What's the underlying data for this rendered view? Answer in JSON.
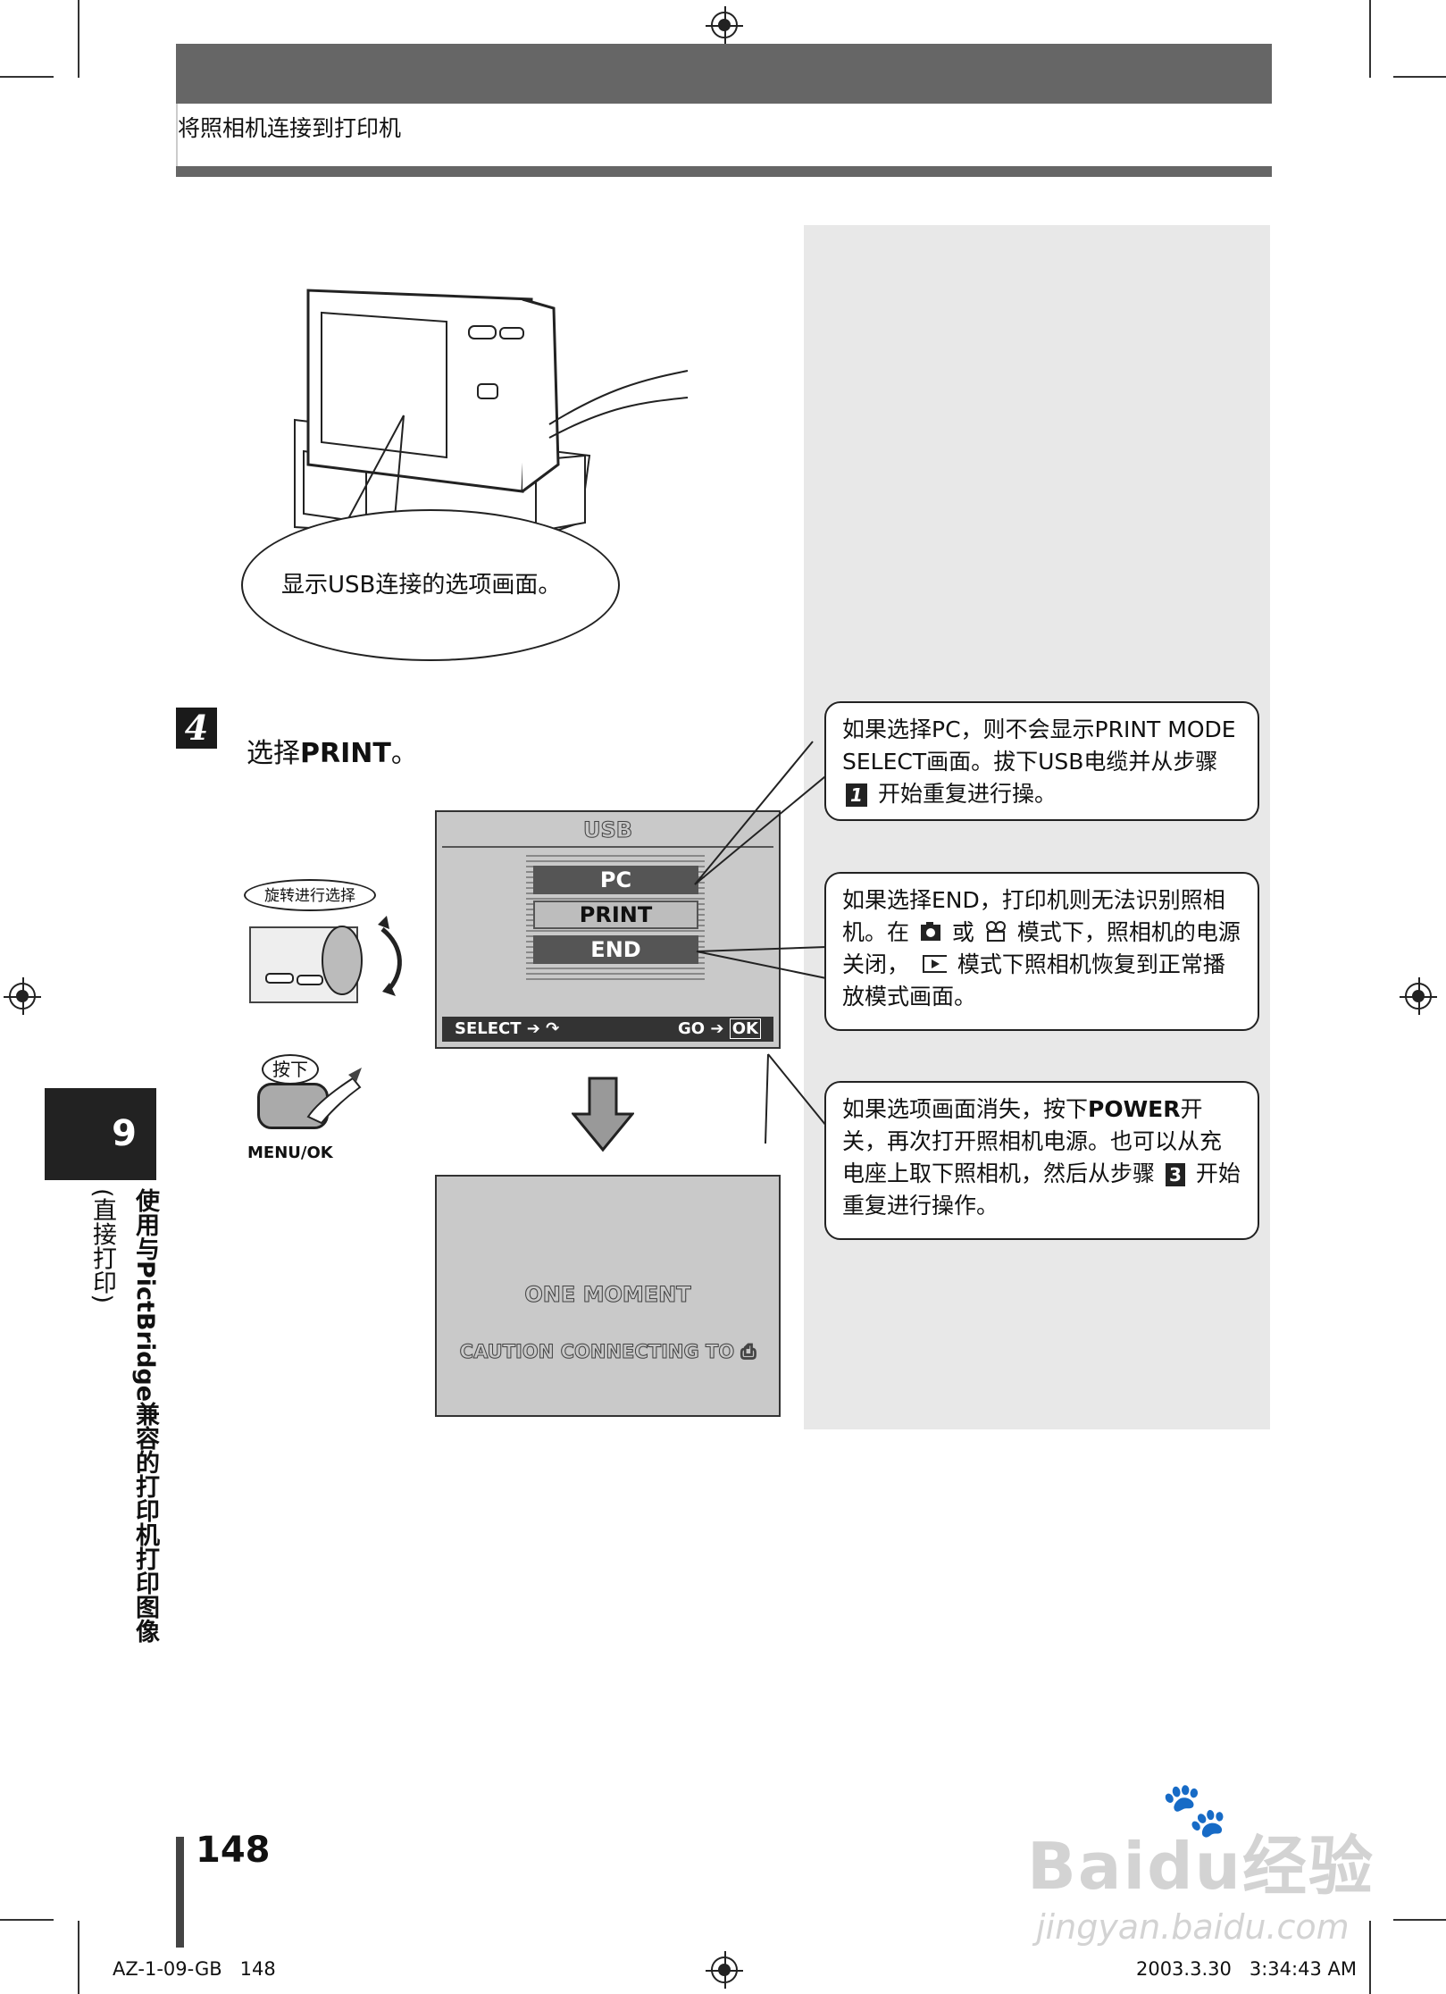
{
  "header": {
    "title": "将照相机连接到打印机"
  },
  "illustration": {
    "bubble": "显示USB连接的选项画面。"
  },
  "step": {
    "number": "4",
    "text_prefix": "选择",
    "text_bold": "PRINT",
    "text_suffix": "。"
  },
  "controls": {
    "rotate_label": "旋转进行选择",
    "press_label": "按下",
    "button_label": "MENU/OK"
  },
  "screen_usb": {
    "title": "USB",
    "options": [
      "PC",
      "PRINT",
      "END"
    ],
    "selected": "PRINT",
    "bar_left": "SELECT",
    "bar_right": "GO",
    "ok": "OK"
  },
  "screen_wait": {
    "line1": "ONE MOMENT",
    "line2": "CAUTION CONNECTING TO"
  },
  "notes": {
    "pc": {
      "a": "如果选择PC，则不会显示PRINT MODE SELECT画面。拔下USB电缆并从步骤",
      "step": "1",
      "b": "开始重复进行操。"
    },
    "end": {
      "a": "如果选择END，打印机则无法识别照相机。在",
      "b": "或",
      "c": "模式下，照相机的电源关闭，",
      "d": "模式下照相机恢复到正常播放模式画面。"
    },
    "vanish": {
      "a": "如果选项画面消失，按下",
      "bold": "POWER",
      "b": "开关，再次打开照相机电源。也可以从充电座上取下照相机，然后从步骤",
      "step": "3",
      "c": "开始重复进行操作。"
    }
  },
  "chapter": {
    "number": "9",
    "title_main": "使用与PictBridge兼容的打印机打印图像",
    "title_sub": "(直接打印)"
  },
  "page": {
    "number": "148"
  },
  "footer": {
    "left": "AZ-1-09-GB   148",
    "right": "2003.3.30   3:34:43 AM"
  },
  "watermark": {
    "brand": "Baidu经验",
    "url": "jingyan.baidu.com"
  }
}
